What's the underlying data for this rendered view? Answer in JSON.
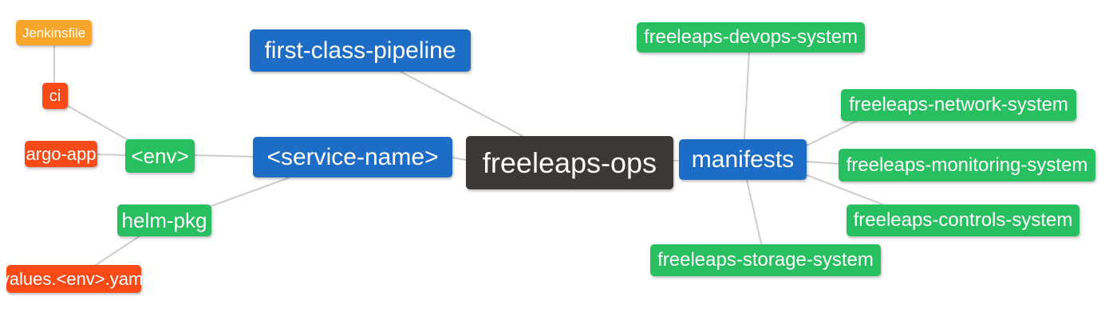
{
  "palette": {
    "blue": "#1d6cc5",
    "green": "#27bf5f",
    "red": "#fa4a18",
    "amber": "#f8a62b",
    "dark": "#3b3835",
    "edge": "#cccccc",
    "text": "#ffffff"
  },
  "nodes": {
    "freeleaps_ops": {
      "label": "freeleaps-ops",
      "color": "dark"
    },
    "first_class_pipeline": {
      "label": "first-class-pipeline",
      "color": "blue"
    },
    "service_name": {
      "label": "<service-name>",
      "color": "blue"
    },
    "manifests": {
      "label": "manifests",
      "color": "blue"
    },
    "env": {
      "label": "<env>",
      "color": "green"
    },
    "helm_pkg": {
      "label": "helm-pkg",
      "color": "green"
    },
    "ci": {
      "label": "ci",
      "color": "red"
    },
    "argo_app": {
      "label": "argo-app",
      "color": "red"
    },
    "jenkinsfile": {
      "label": "Jenkinsfile",
      "color": "amber"
    },
    "values_env_yaml": {
      "label": "values.<env>.yaml",
      "color": "red"
    },
    "devops_system": {
      "label": "freeleaps-devops-system",
      "color": "green"
    },
    "network_system": {
      "label": "freeleaps-network-system",
      "color": "green"
    },
    "monitoring_system": {
      "label": "freeleaps-monitoring-system",
      "color": "green"
    },
    "controls_system": {
      "label": "freeleaps-controls-system",
      "color": "green"
    },
    "storage_system": {
      "label": "freeleaps-storage-system",
      "color": "green"
    }
  },
  "edges": [
    {
      "from": "freeleaps_ops",
      "to": "first_class_pipeline"
    },
    {
      "from": "freeleaps_ops",
      "to": "service_name"
    },
    {
      "from": "freeleaps_ops",
      "to": "manifests"
    },
    {
      "from": "service_name",
      "to": "env"
    },
    {
      "from": "service_name",
      "to": "helm_pkg"
    },
    {
      "from": "env",
      "to": "argo_app"
    },
    {
      "from": "env",
      "to": "ci"
    },
    {
      "from": "ci",
      "to": "jenkinsfile"
    },
    {
      "from": "helm_pkg",
      "to": "values_env_yaml"
    },
    {
      "from": "manifests",
      "to": "devops_system"
    },
    {
      "from": "manifests",
      "to": "network_system"
    },
    {
      "from": "manifests",
      "to": "monitoring_system"
    },
    {
      "from": "manifests",
      "to": "controls_system"
    },
    {
      "from": "manifests",
      "to": "storage_system"
    }
  ]
}
